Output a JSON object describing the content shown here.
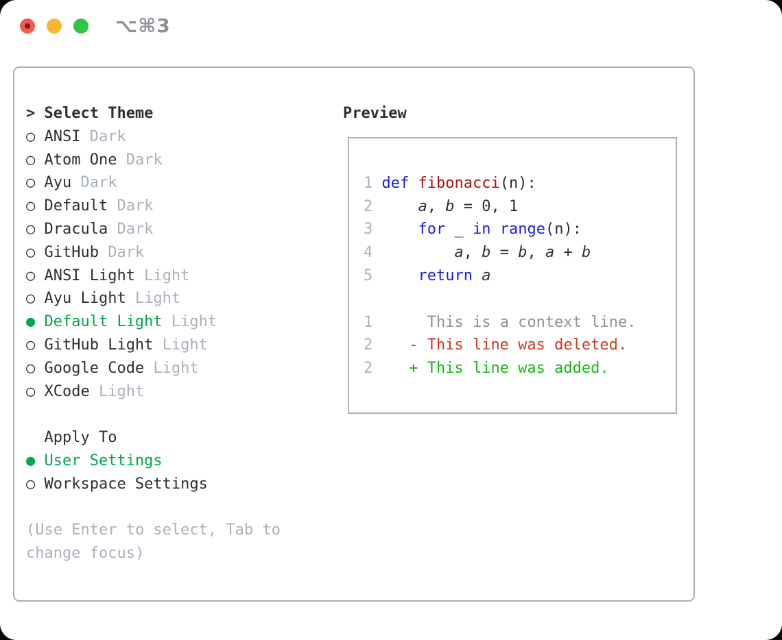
{
  "window": {
    "shortcut": "⌥⌘3"
  },
  "colors": {
    "panel_border": "#a9b0ba",
    "text": "#2b3036",
    "muted": "#a9b1bd",
    "context": "#8a9199",
    "keyword": "#1b1be8",
    "function": "#a61616",
    "deleted": "#c93a22",
    "added": "#14b914",
    "selected": "#00a651",
    "title_gray": "#8e9298",
    "dot_red": "#f25a4e",
    "dot_red_inner": "#7e1d14",
    "dot_yellow": "#f8b633",
    "dot_green": "#30c546"
  },
  "glyphs": {
    "selected": "●",
    "unselected": "○",
    "caret": ">"
  },
  "theme_selector": {
    "title_prefix": "> ",
    "title": "Select Theme",
    "items": [
      {
        "name": "ANSI",
        "variant": "Dark",
        "selected": false
      },
      {
        "name": "Atom One",
        "variant": "Dark",
        "selected": false
      },
      {
        "name": "Ayu",
        "variant": "Dark",
        "selected": false
      },
      {
        "name": "Default",
        "variant": "Dark",
        "selected": false
      },
      {
        "name": "Dracula",
        "variant": "Dark",
        "selected": false
      },
      {
        "name": "GitHub",
        "variant": "Dark",
        "selected": false
      },
      {
        "name": "ANSI Light",
        "variant": "Light",
        "selected": false
      },
      {
        "name": "Ayu Light",
        "variant": "Light",
        "selected": false
      },
      {
        "name": "Default Light",
        "variant": "Light",
        "selected": true
      },
      {
        "name": "GitHub Light",
        "variant": "Light",
        "selected": false
      },
      {
        "name": "Google Code",
        "variant": "Light",
        "selected": false
      },
      {
        "name": "XCode",
        "variant": "Light",
        "selected": false
      }
    ],
    "apply_to": {
      "title": "Apply To",
      "options": [
        {
          "label": "User Settings",
          "selected": true
        },
        {
          "label": "Workspace Settings",
          "selected": false
        }
      ]
    },
    "help": [
      "(Use Enter to select, Tab to",
      "change focus)"
    ]
  },
  "preview": {
    "title": "Preview",
    "lines": [
      {
        "blank": true
      },
      {
        "num": "1",
        "gap": " ",
        "segments": [
          {
            "t": "def",
            "s": "kw"
          },
          {
            "t": " "
          },
          {
            "t": "fibonacci",
            "s": "fn"
          },
          {
            "t": "(n):"
          }
        ]
      },
      {
        "num": "2",
        "gap": " ",
        "segments": [
          {
            "t": "    "
          },
          {
            "t": "a",
            "s": "var"
          },
          {
            "t": ", "
          },
          {
            "t": "b",
            "s": "var"
          },
          {
            "t": " = 0, 1"
          }
        ]
      },
      {
        "num": "3",
        "gap": " ",
        "segments": [
          {
            "t": "    "
          },
          {
            "t": "for",
            "s": "kw"
          },
          {
            "t": " _ "
          },
          {
            "t": "in",
            "s": "kw"
          },
          {
            "t": " "
          },
          {
            "t": "range",
            "s": "kw"
          },
          {
            "t": "(n):"
          }
        ]
      },
      {
        "num": "4",
        "gap": " ",
        "segments": [
          {
            "t": "        "
          },
          {
            "t": "a",
            "s": "var"
          },
          {
            "t": ", "
          },
          {
            "t": "b",
            "s": "var"
          },
          {
            "t": " = "
          },
          {
            "t": "b",
            "s": "var"
          },
          {
            "t": ", "
          },
          {
            "t": "a",
            "s": "var"
          },
          {
            "t": " + "
          },
          {
            "t": "b",
            "s": "var"
          }
        ]
      },
      {
        "num": "5",
        "gap": " ",
        "segments": [
          {
            "t": "    "
          },
          {
            "t": "return",
            "s": "kw"
          },
          {
            "t": " "
          },
          {
            "t": "a",
            "s": "var"
          }
        ]
      },
      {
        "blank": true
      },
      {
        "num": "1",
        "gap": "      ",
        "segments": [
          {
            "t": "This is a context line.",
            "s": "ctx"
          }
        ]
      },
      {
        "num": "2",
        "gap": "    ",
        "segments": [
          {
            "t": "- This line was deleted.",
            "s": "del"
          }
        ]
      },
      {
        "num": "2",
        "gap": "    ",
        "segments": [
          {
            "t": "+ This line was added.",
            "s": "add"
          }
        ]
      }
    ]
  }
}
